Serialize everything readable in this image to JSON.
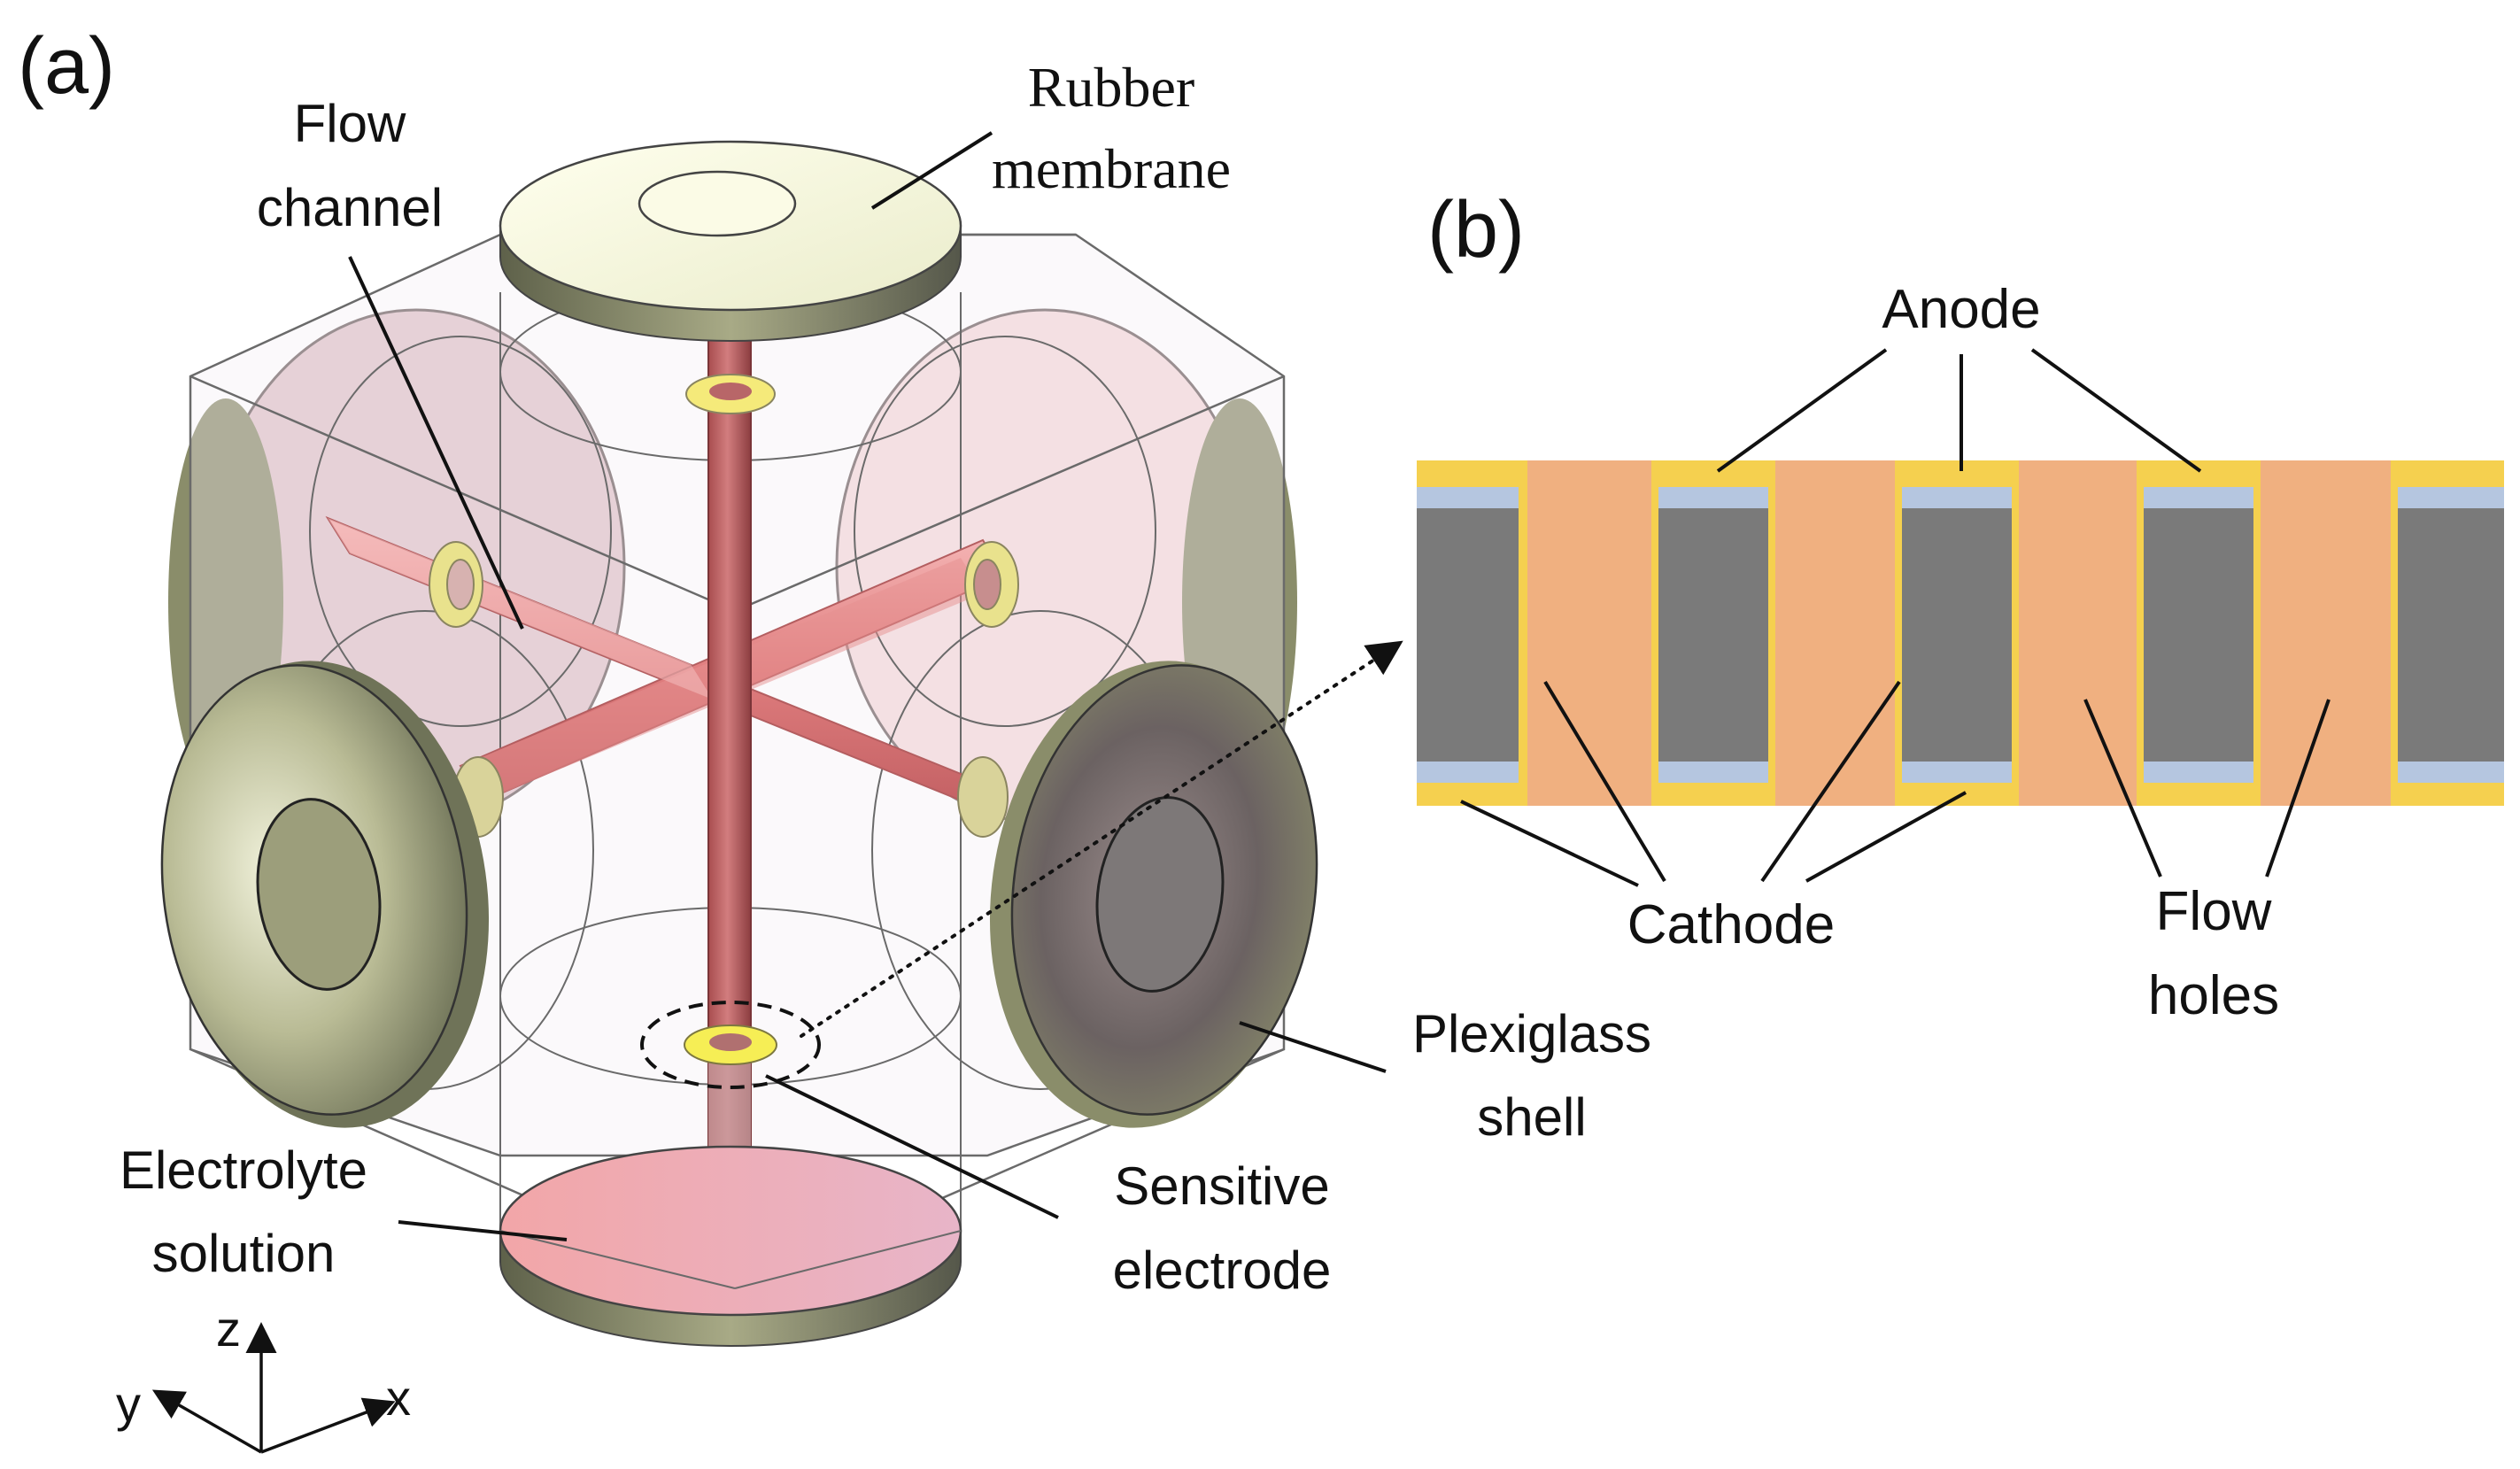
{
  "panel_a": {
    "tag": "(a)",
    "labels": {
      "flow_channel": [
        "Flow",
        "channel"
      ],
      "rubber_membrane": [
        "Rubber",
        "membrane"
      ],
      "plexiglass_shell": [
        "Plexiglass",
        "shell"
      ],
      "sensitive_electrode": [
        "Sensitive",
        "electrode"
      ],
      "electrolyte_solution": [
        "Electrolyte",
        "solution"
      ]
    },
    "axes": {
      "z": "z",
      "y": "y",
      "x": "x"
    }
  },
  "panel_b": {
    "tag": "(b)",
    "labels": {
      "anode": "Anode",
      "cathode": "Cathode",
      "flow_holes": [
        "Flow",
        "holes"
      ]
    }
  },
  "colors": {
    "anode": "#f5d04f",
    "cathode_strip": "#b5c6e0",
    "separator": "#f0b080",
    "electrode_core": "#7a7a7a",
    "channel": "#d9716f",
    "membrane": "#d9dbb8"
  }
}
